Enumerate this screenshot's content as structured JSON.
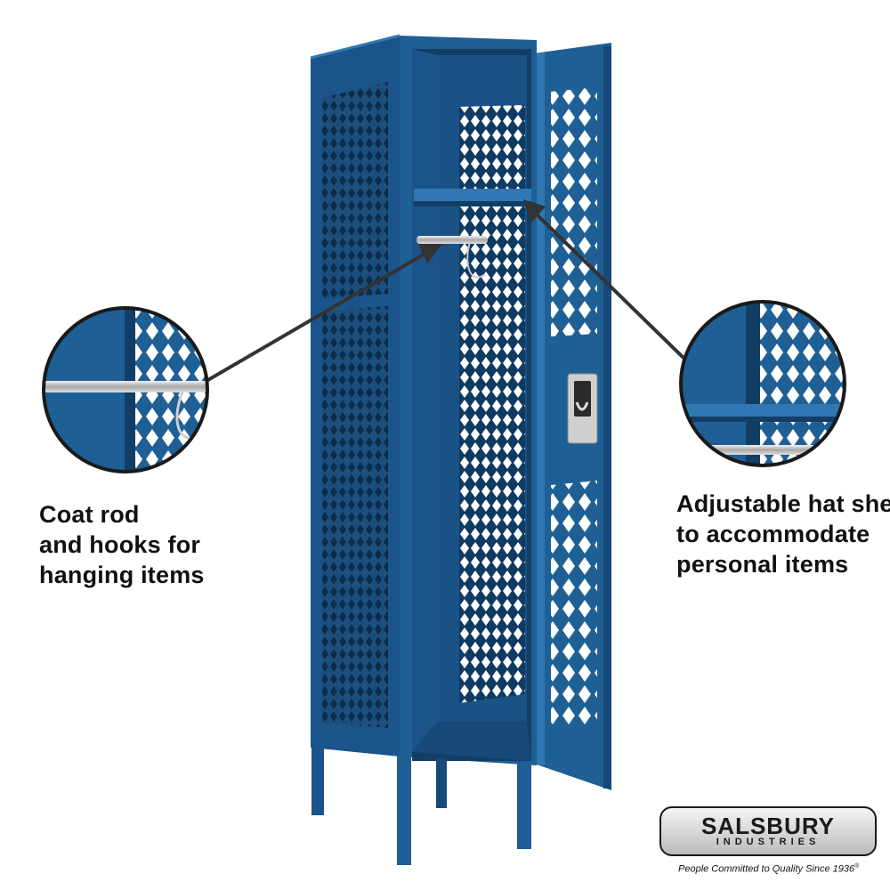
{
  "captions": {
    "left": [
      "Coat rod",
      "and hooks for",
      "hanging items"
    ],
    "right": [
      "Adjustable hat shelf",
      "to accommodate",
      "personal items"
    ]
  },
  "brand": {
    "name": "SALSBURY",
    "subname": "INDUSTRIES",
    "tagline": "People Committed to Quality Since 1936",
    "trademark": "®"
  },
  "colors": {
    "locker_blue": "#1e5f95",
    "locker_dark": "#123e66",
    "locker_light": "#2f78b3",
    "rod_silver": "#c9c9c9"
  }
}
